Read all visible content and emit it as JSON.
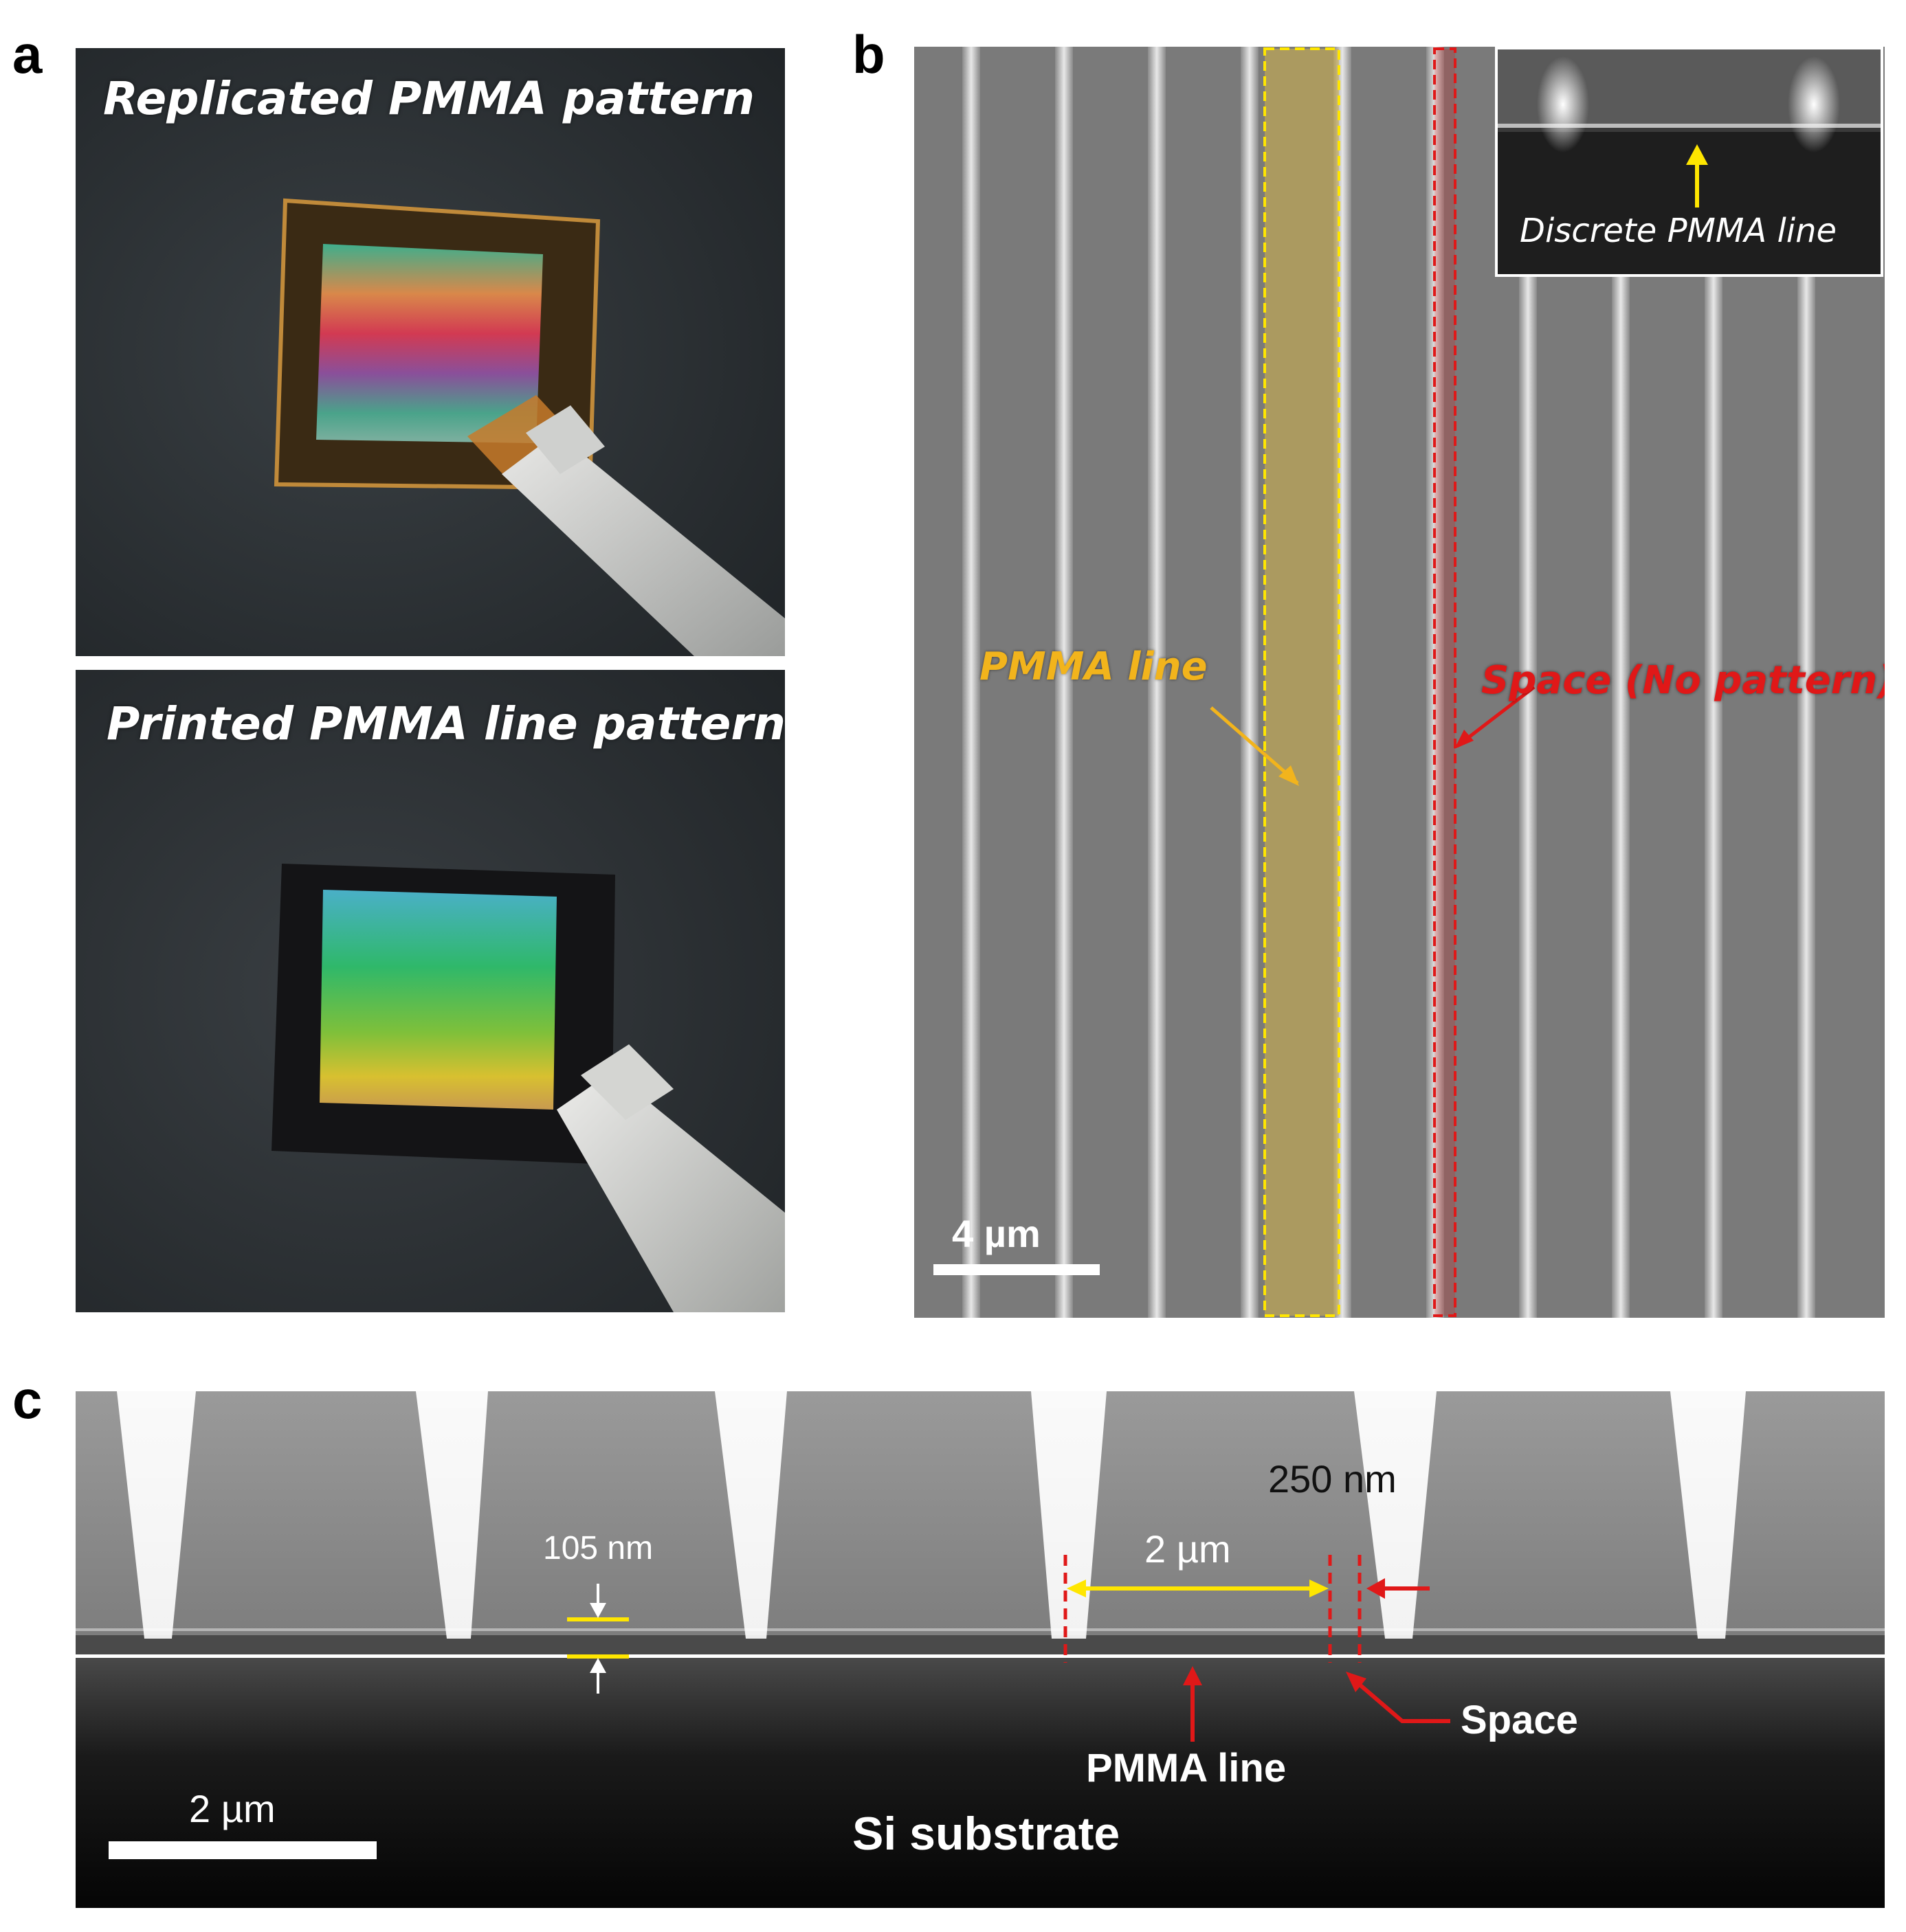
{
  "figure": {
    "panel_a": {
      "letter": "a",
      "top_title": "Replicated PMMA pattern",
      "bottom_title": "Printed PMMA line pattern"
    },
    "panel_b": {
      "letter": "b",
      "inset_label": "Discrete PMMA line",
      "pmma_line_label": "PMMA line",
      "space_label": "Space (No pattern)",
      "scale_bar": "4 µm"
    },
    "panel_c": {
      "letter": "c",
      "thickness": "105 nm",
      "pitch": "2 µm",
      "gap": "250 nm",
      "pmma_line_label": "PMMA line",
      "space_label": "Space",
      "substrate_label": "Si substrate",
      "scale_bar": "2 µm"
    },
    "colors": {
      "pmma_highlight": "#d4b54a",
      "space_highlight": "#d42020",
      "annotation_yellow": "#ffe600",
      "annotation_red": "#e01818"
    }
  }
}
